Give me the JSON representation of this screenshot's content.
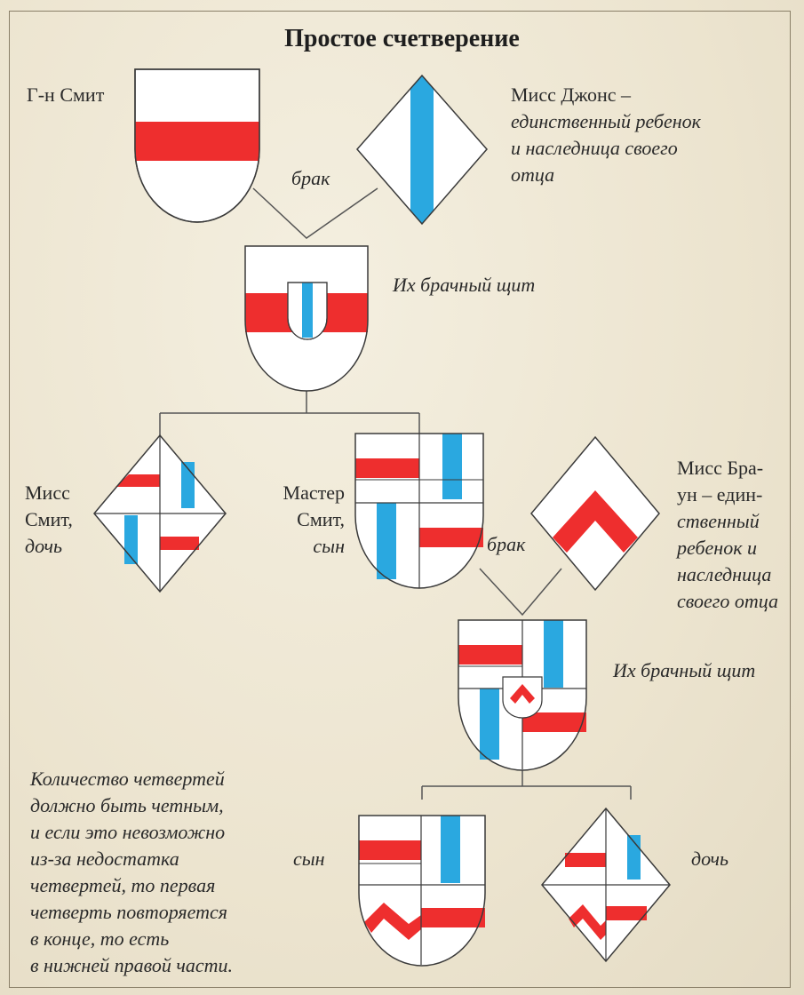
{
  "title": "Простое счетверение",
  "labels": {
    "smith": "Г-н Смит",
    "jones": [
      "Мисс Джонс –",
      "единственный ребенок",
      "и наследница своего",
      "отца"
    ],
    "marriage1": "брак",
    "marital_shield1": "Их брачный щит",
    "miss_smith": [
      "Мисс",
      "Смит,",
      "дочь"
    ],
    "master_smith": [
      "Мастер",
      "Смит,",
      "сын"
    ],
    "marriage2": "брак",
    "brown": [
      "Мисс Бра-",
      "ун – един-",
      "ственный",
      "ребенок и",
      "наследница",
      "своего отца"
    ],
    "marital_shield2": "Их брачный щит",
    "note": [
      "Количество четвертей",
      "должно быть четным,",
      "и если это невозможно",
      "из-за недостатка",
      "четвертей, то первая",
      "четверть повторяется",
      "в конце, то есть",
      "в нижней правой части."
    ],
    "son": "сын",
    "daughter": "дочь"
  },
  "colors": {
    "red": "#ee2e2e",
    "blue": "#2aa8e0",
    "outline": "#3a3a3a",
    "field": "#ffffff"
  }
}
